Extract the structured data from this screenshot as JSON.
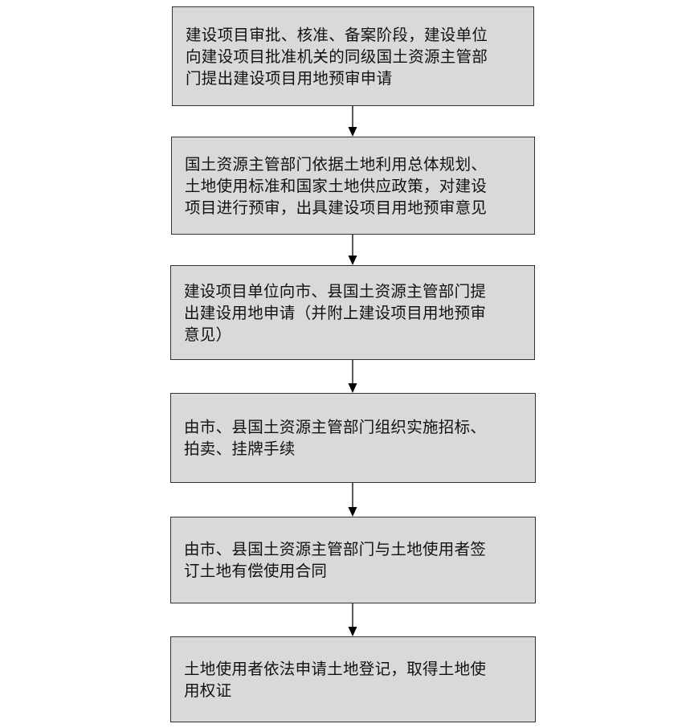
{
  "steps": [
    {
      "lines": [
        "建设项目审批、核准、备案阶段，建设单位",
        "向建设项目批准机关的同级国土资源主管部",
        "门提出建设项目用地预审申请"
      ]
    },
    {
      "lines": [
        "国土资源主管部门依据土地利用总体规划、",
        "土地使用标准和国家土地供应政策，对建设",
        "项目进行预审，出具建设项目用地预审意见"
      ]
    },
    {
      "lines": [
        "建设项目单位向市、县国土资源主管部门提",
        "出建设用地申请（并附上建设项目用地预审",
        "意见）"
      ]
    },
    {
      "lines": [
        "由市、县国土资源主管部门组织实施招标、",
        "拍卖、挂牌手续"
      ]
    },
    {
      "lines": [
        "由市、县国土资源主管部门与土地使用者签",
        "订土地有偿使用合同"
      ]
    },
    {
      "lines": [
        "土地使用者依法申请土地登记，取得土地使",
        "用权证"
      ]
    }
  ],
  "colors": {
    "box_fill": "#d9d9d9",
    "border": "#333333",
    "arrow": "#000000"
  }
}
